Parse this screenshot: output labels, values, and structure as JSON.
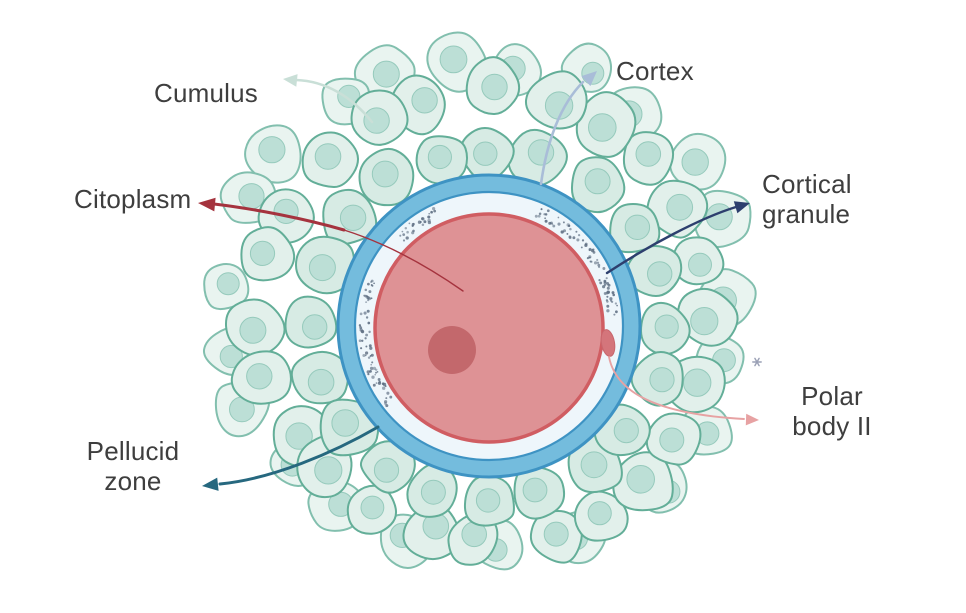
{
  "title": "Oocyte with cumulus cells diagram",
  "labels": {
    "cumulus": {
      "text": "Cumulus"
    },
    "cortex": {
      "text": "Cortex"
    },
    "citoplasm": {
      "text": "Citoplasm"
    },
    "cortical_granule": {
      "line1": "Cortical",
      "line2": "granule"
    },
    "polar_body": {
      "line1": "Polar",
      "line2": "body II"
    },
    "pellucid_zone": {
      "line1": "Pellucid",
      "line2": "zone"
    }
  },
  "decorations": {
    "asterisk": "*"
  },
  "colors": {
    "background": "#ffffff",
    "label_text": "#3e3e3e",
    "cell_fill_outer": "#e9f4f0",
    "cell_fill": "#e2f0eb",
    "cell_fill_inner": "#d7ebe4",
    "cell_stroke": "#63ae98",
    "cell_stroke_light": "#82bfae",
    "cell_nucleus_fill": "#bcdfd6",
    "cell_nucleus_stroke": "#96cabc",
    "ring_fill": "#74bcdd",
    "ring_stroke": "#3e93c3",
    "perivitelline_fill": "#eef6fb",
    "cytoplasm_fill": "#de9295",
    "cytoplasm_stroke": "#d05d62",
    "oocyte_nucleus_fill": "#c3686c",
    "polar_body_fill": "#d4757b",
    "polar_body_stroke": "#c8666d",
    "granule_dot": "#5b6b7f",
    "arrow_cumulus": "#c9dfd7",
    "arrow_cortex": "#a9bdd8",
    "arrow_citoplasm": "#a5333e",
    "arrow_cortical_granule": "#2d3f6e",
    "arrow_pellucid_zone": "#26687f",
    "arrow_polar_body": "#e7a2a3",
    "asterisk": "#9aa0b5"
  }
}
